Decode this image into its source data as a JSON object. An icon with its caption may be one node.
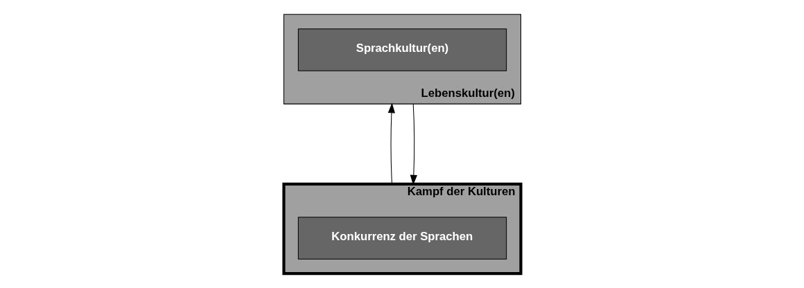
{
  "diagram": {
    "nodes": [
      {
        "text": [
          "Lebenskultur(en)"
        ]
      },
      {
        "text": [
          "Sprachkultur(en)"
        ],
        "in": 0
      },
      {
        "text": [
          "Kampf der Kulturen"
        ]
      },
      {
        "text": [
          "Konkurrenz der Sprachen"
        ],
        "in": 2
      }
    ],
    "edges": [
      {
        "from": 2,
        "to": 0,
        "arrow": "to"
      },
      {
        "from": 0,
        "to": 2,
        "arrow": "to"
      }
    ]
  }
}
